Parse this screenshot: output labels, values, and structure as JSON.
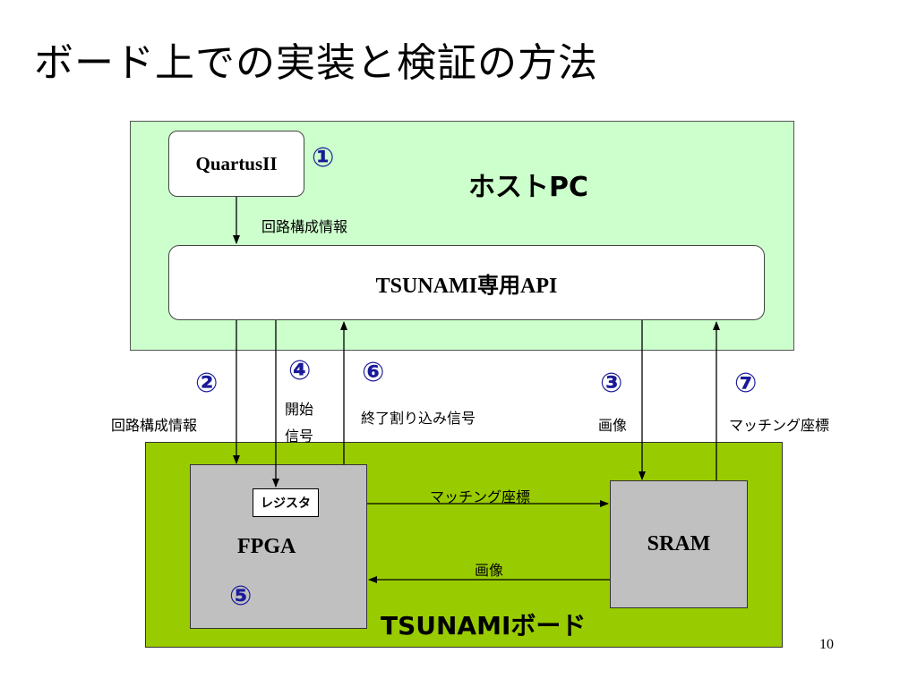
{
  "title": "ボード上での実装と検証の方法",
  "host_pc": {
    "label": "ホストPC"
  },
  "quartus": {
    "label": "QuartusII"
  },
  "api": {
    "label": "TSUNAMI専用API"
  },
  "board": {
    "label": "TSUNAMIボード"
  },
  "fpga": {
    "label": "FPGA",
    "register_label": "レジスタ"
  },
  "sram": {
    "label": "SRAM"
  },
  "edge_labels": {
    "quartus_to_api": "回路構成情報",
    "api_to_fpga": "回路構成情報",
    "start_signal_line1": "開始",
    "start_signal_line2": "信号",
    "end_interrupt": "終了割り込み信号",
    "api_to_sram": "画像",
    "sram_to_api": "マッチング座標",
    "fpga_to_sram": "マッチング座標",
    "sram_to_fpga": "画像"
  },
  "steps": {
    "s1": "①",
    "s2": "②",
    "s3": "③",
    "s4": "④",
    "s5": "⑤",
    "s6": "⑥",
    "s7": "⑦"
  },
  "page_number": "10"
}
